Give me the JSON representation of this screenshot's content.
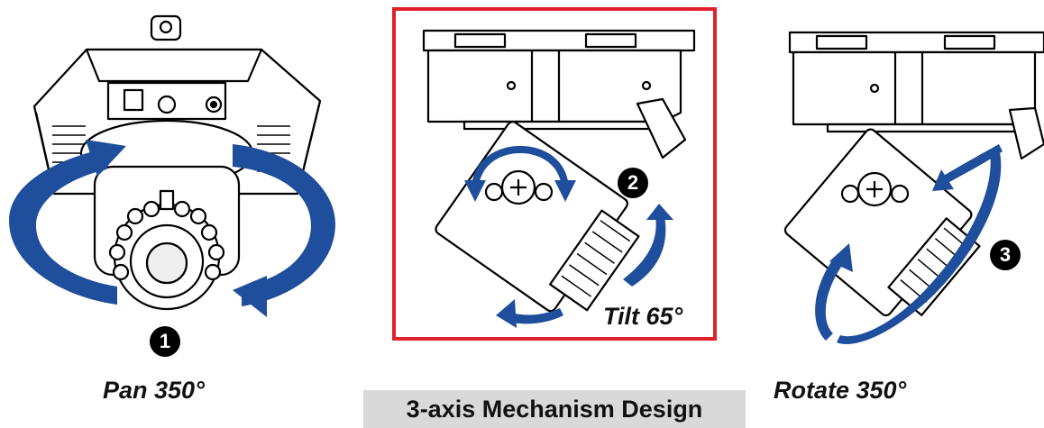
{
  "panels": [
    {
      "id": "pan",
      "caption": "Pan 350°",
      "badge": "1"
    },
    {
      "id": "tilt",
      "caption": "Tilt 65°",
      "badge": "2"
    },
    {
      "id": "rotate",
      "caption": "Rotate 350°",
      "badge": "3"
    }
  ],
  "footer": {
    "title": "3-axis Mechanism Design"
  },
  "colors": {
    "arrow": "#1f4e9c",
    "highlight_frame": "#e0202a",
    "line": "#000000",
    "footer_bg": "#d9d9d9"
  },
  "icons": [
    "pan-arrow-icon",
    "tilt-arrow-icon",
    "rotate-arrow-icon"
  ]
}
